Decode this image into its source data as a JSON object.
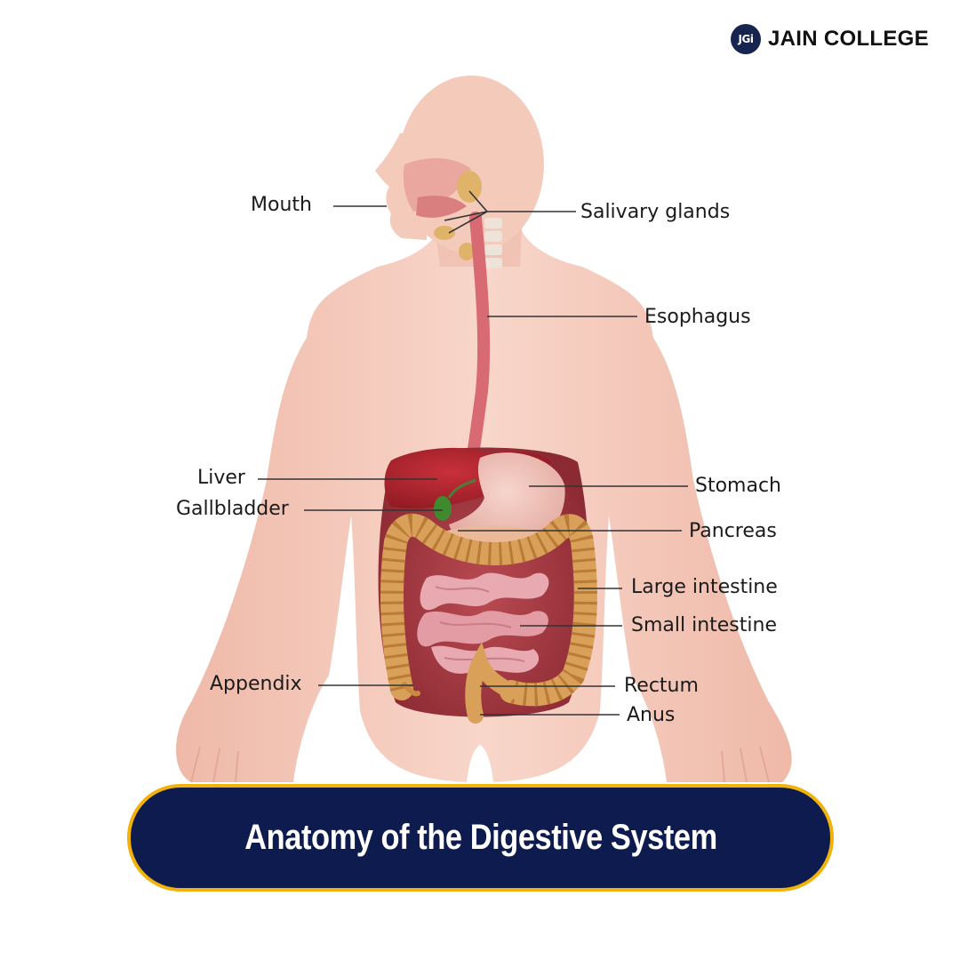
{
  "brand": {
    "badge": "JGi",
    "name": "JAIN COLLEGE"
  },
  "title": "Anatomy of the Digestive System",
  "labels": {
    "mouth": "Mouth",
    "salivary_glands": "Salivary glands",
    "esophagus": "Esophagus",
    "liver": "Liver",
    "gallbladder": "Gallbladder",
    "stomach": "Stomach",
    "pancreas": "Pancreas",
    "large_intestine": "Large intestine",
    "small_intestine": "Small intestine",
    "appendix": "Appendix",
    "rectum": "Rectum",
    "anus": "Anus"
  },
  "colors": {
    "skin": "#f3c6b7",
    "liver": "#a8202a",
    "stomach": "#f0c0b6",
    "large_intestine": "#d9a05a",
    "small_intestine": "#e8aab0",
    "gallbladder": "#3f8a2f",
    "pill_fill": "#0e1b4f",
    "pill_border": "#f1b20c"
  }
}
